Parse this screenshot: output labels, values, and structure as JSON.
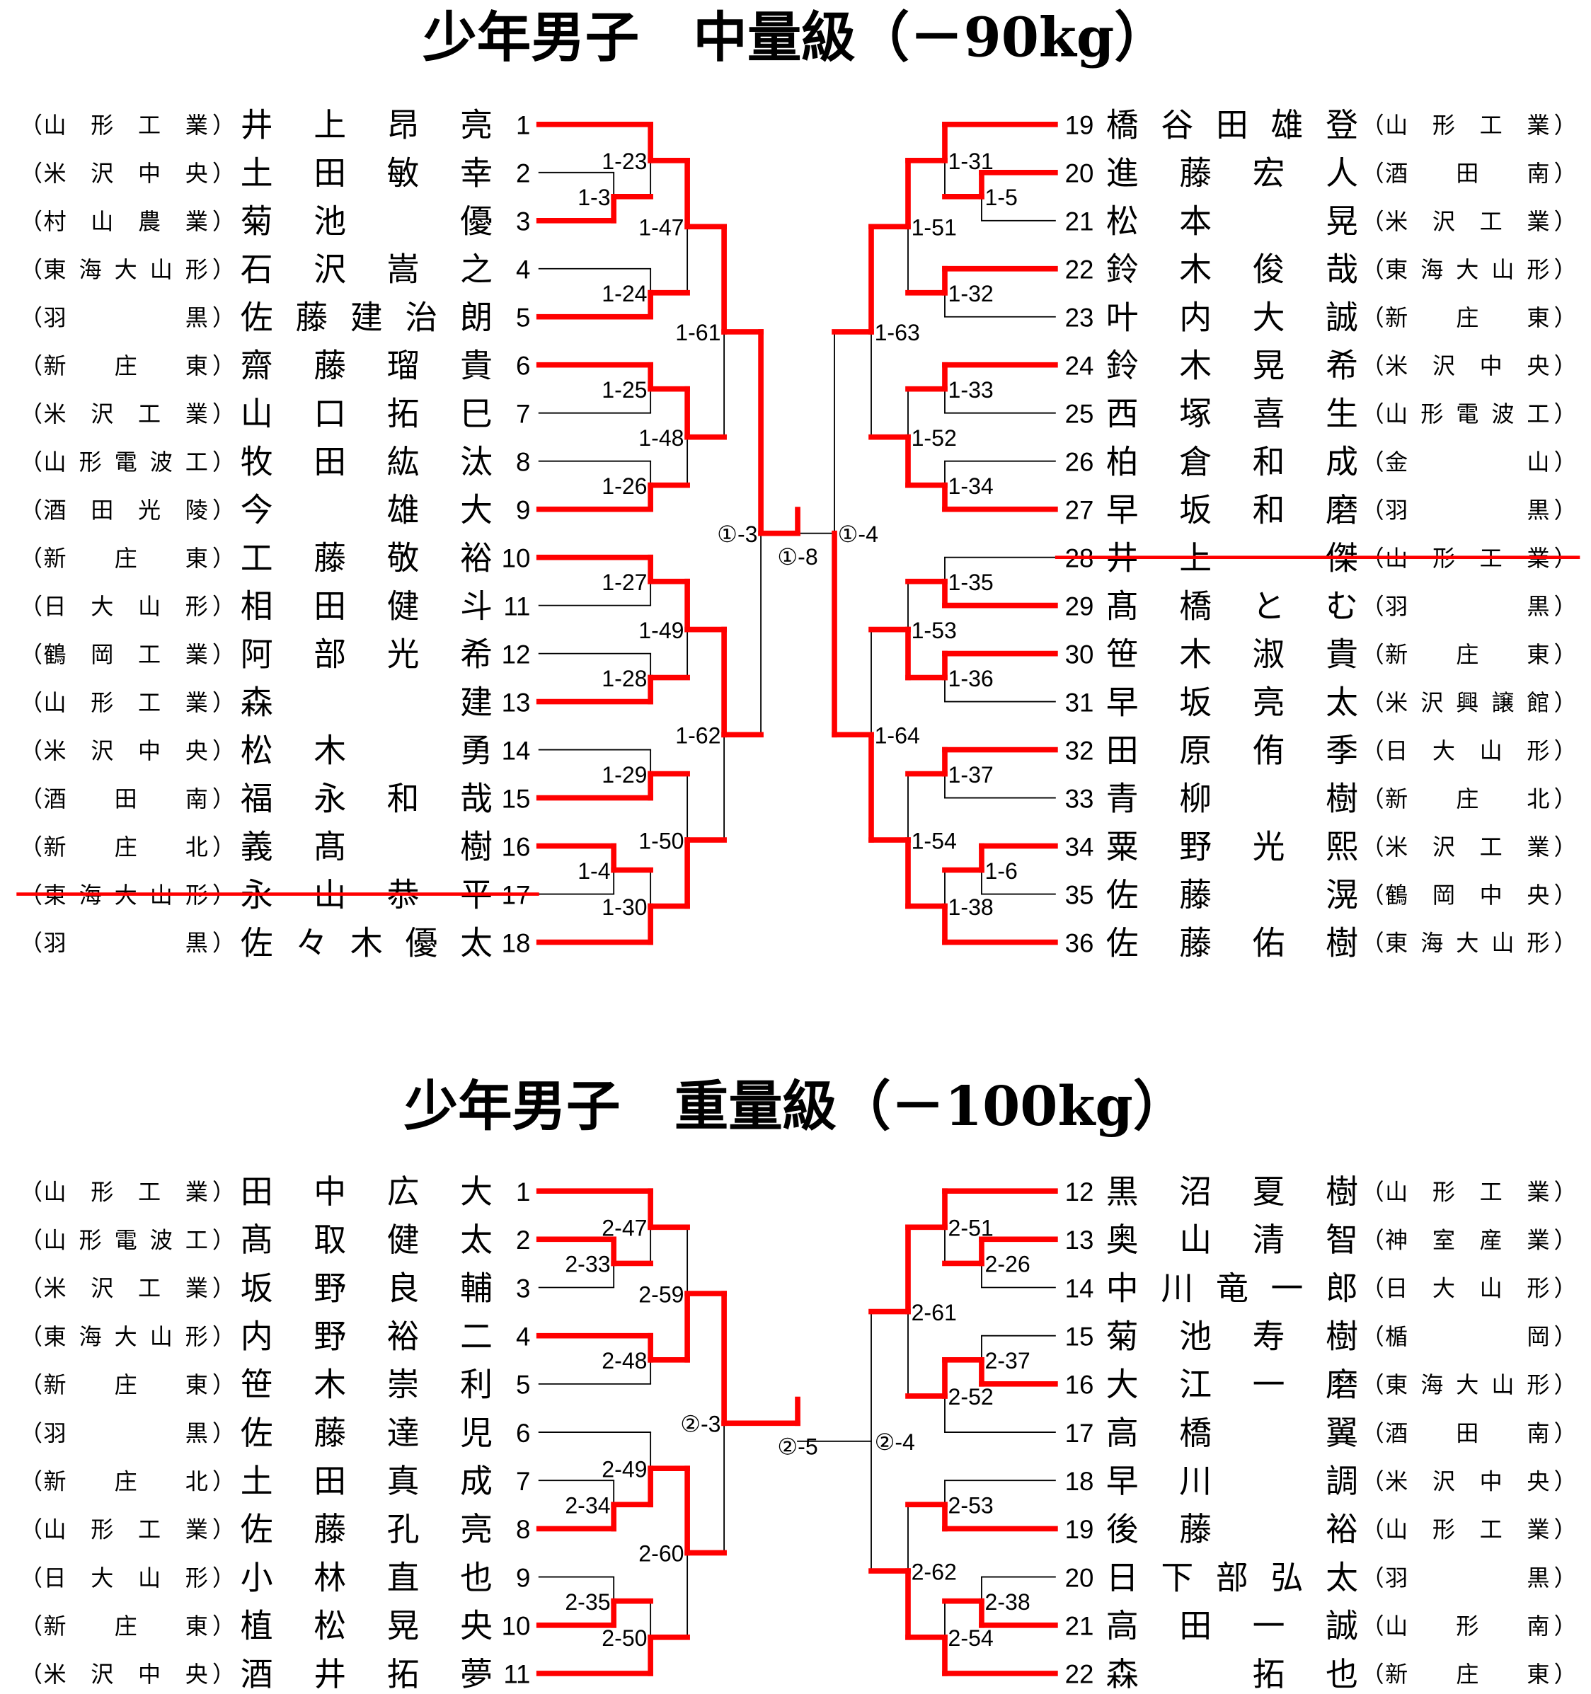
{
  "colors": {
    "win_line": "#ff0000",
    "line": "#000000",
    "strike": "#ff0000"
  },
  "brackets": [
    {
      "title": "少年男子　中量級（－90kg）",
      "paren_open": "（",
      "paren_close": "）",
      "left": {
        "entries": [
          {
            "no": "1",
            "name": "井上昂亮",
            "school": "山形工業"
          },
          {
            "no": "2",
            "name": "土田敏幸",
            "school": "米沢中央"
          },
          {
            "no": "3",
            "name": "菊池　優",
            "school": "村山農業"
          },
          {
            "no": "4",
            "name": "石沢嵩之",
            "school": "東海大山形"
          },
          {
            "no": "5",
            "name": "佐藤建治朗",
            "school": "羽黒"
          },
          {
            "no": "6",
            "name": "齋藤瑠貴",
            "school": "新庄東"
          },
          {
            "no": "7",
            "name": "山口拓巳",
            "school": "米沢工業"
          },
          {
            "no": "8",
            "name": "牧田紘汰",
            "school": "山形電波工"
          },
          {
            "no": "9",
            "name": "今　雄大",
            "school": "酒田光陵"
          },
          {
            "no": "10",
            "name": "工藤敬裕",
            "school": "新庄東"
          },
          {
            "no": "11",
            "name": "相田健斗",
            "school": "日大山形"
          },
          {
            "no": "12",
            "name": "阿部光希",
            "school": "鶴岡工業"
          },
          {
            "no": "13",
            "name": "森　　建",
            "school": "山形工業"
          },
          {
            "no": "14",
            "name": "松木　勇",
            "school": "米沢中央"
          },
          {
            "no": "15",
            "name": "福永和哉",
            "school": "酒田南"
          },
          {
            "no": "16",
            "name": "義髙　樹",
            "school": "新庄北"
          },
          {
            "no": "17",
            "name": "永山恭平",
            "school": "東海大山形",
            "struck": true
          },
          {
            "no": "18",
            "name": "佐々木優太",
            "school": "羽黒"
          }
        ],
        "tree": {
          "m": "①-3",
          "w": 0,
          "c": [
            {
              "m": "1-61",
              "w": 0,
              "c": [
                {
                  "m": "1-47",
                  "w": 0,
                  "c": [
                    {
                      "m": "1-23",
                      "w": 0,
                      "c": [
                        1,
                        {
                          "m": "1-3",
                          "w": 1,
                          "c": [
                            2,
                            3
                          ]
                        }
                      ]
                    },
                    {
                      "m": "1-24",
                      "w": 1,
                      "c": [
                        4,
                        5
                      ]
                    }
                  ]
                },
                {
                  "m": "1-48",
                  "w": 0,
                  "c": [
                    {
                      "m": "1-25",
                      "w": 0,
                      "c": [
                        6,
                        7
                      ]
                    },
                    {
                      "m": "1-26",
                      "w": 1,
                      "c": [
                        8,
                        9
                      ]
                    }
                  ]
                }
              ]
            },
            {
              "m": "1-62",
              "w": 0,
              "c": [
                {
                  "m": "1-49",
                  "w": 0,
                  "c": [
                    {
                      "m": "1-27",
                      "w": 0,
                      "c": [
                        10,
                        11
                      ]
                    },
                    {
                      "m": "1-28",
                      "w": 1,
                      "c": [
                        12,
                        13
                      ]
                    }
                  ]
                },
                {
                  "m": "1-50",
                  "w": 1,
                  "c": [
                    {
                      "m": "1-29",
                      "w": 1,
                      "c": [
                        14,
                        15
                      ]
                    },
                    {
                      "m": "1-30",
                      "w": 1,
                      "c": [
                        {
                          "m": "1-4",
                          "w": 0,
                          "c": [
                            16,
                            17
                          ]
                        },
                        18
                      ]
                    }
                  ]
                }
              ]
            }
          ]
        }
      },
      "right": {
        "entries": [
          {
            "no": "19",
            "name": "橋谷田雄登",
            "school": "山形工業"
          },
          {
            "no": "20",
            "name": "進藤宏人",
            "school": "酒田南"
          },
          {
            "no": "21",
            "name": "松本　晃",
            "school": "米沢工業"
          },
          {
            "no": "22",
            "name": "鈴木俊哉",
            "school": "東海大山形"
          },
          {
            "no": "23",
            "name": "叶内大誠",
            "school": "新庄東"
          },
          {
            "no": "24",
            "name": "鈴木晃希",
            "school": "米沢中央"
          },
          {
            "no": "25",
            "name": "西塚喜生",
            "school": "山形電波工"
          },
          {
            "no": "26",
            "name": "柏倉和成",
            "school": "金山"
          },
          {
            "no": "27",
            "name": "早坂和磨",
            "school": "羽黒"
          },
          {
            "no": "28",
            "name": "井上　傑",
            "school": "山形工業",
            "struck": true
          },
          {
            "no": "29",
            "name": "髙橋とむ",
            "school": "羽黒"
          },
          {
            "no": "30",
            "name": "笹木淑貴",
            "school": "新庄東"
          },
          {
            "no": "31",
            "name": "早坂亮太",
            "school": "米沢興譲館"
          },
          {
            "no": "32",
            "name": "田原侑季",
            "school": "日大山形"
          },
          {
            "no": "33",
            "name": "青柳　樹",
            "school": "新庄北"
          },
          {
            "no": "34",
            "name": "粟野光熙",
            "school": "米沢工業"
          },
          {
            "no": "35",
            "name": "佐藤　滉",
            "school": "鶴岡中央"
          },
          {
            "no": "36",
            "name": "佐藤佑樹",
            "school": "東海大山形"
          }
        ],
        "tree": {
          "m": "①-4",
          "w": 1,
          "c": [
            {
              "m": "1-63",
              "w": 0,
              "c": [
                {
                  "m": "1-51",
                  "w": 0,
                  "c": [
                    {
                      "m": "1-31",
                      "w": 0,
                      "c": [
                        19,
                        {
                          "m": "1-5",
                          "w": 0,
                          "c": [
                            20,
                            21
                          ]
                        }
                      ]
                    },
                    {
                      "m": "1-32",
                      "w": 0,
                      "c": [
                        22,
                        23
                      ]
                    }
                  ]
                },
                {
                  "m": "1-52",
                  "w": 1,
                  "c": [
                    {
                      "m": "1-33",
                      "w": 0,
                      "c": [
                        24,
                        25
                      ]
                    },
                    {
                      "m": "1-34",
                      "w": 1,
                      "c": [
                        26,
                        27
                      ]
                    }
                  ]
                }
              ]
            },
            {
              "m": "1-64",
              "w": 1,
              "c": [
                {
                  "m": "1-53",
                  "w": 1,
                  "c": [
                    {
                      "m": "1-35",
                      "w": 1,
                      "c": [
                        28,
                        29
                      ]
                    },
                    {
                      "m": "1-36",
                      "w": 0,
                      "c": [
                        30,
                        31
                      ]
                    }
                  ]
                },
                {
                  "m": "1-54",
                  "w": 1,
                  "c": [
                    {
                      "m": "1-37",
                      "w": 0,
                      "c": [
                        32,
                        33
                      ]
                    },
                    {
                      "m": "1-38",
                      "w": 1,
                      "c": [
                        {
                          "m": "1-6",
                          "w": 0,
                          "c": [
                            34,
                            35
                          ]
                        },
                        36
                      ]
                    }
                  ]
                }
              ]
            }
          ]
        }
      },
      "final": {
        "label": "①-8",
        "winner": "left"
      }
    },
    {
      "title": "少年男子　重量級（－100kg）",
      "paren_open": "（",
      "paren_close": "）",
      "left": {
        "entries": [
          {
            "no": "1",
            "name": "田中広大",
            "school": "山形工業"
          },
          {
            "no": "2",
            "name": "髙取健太",
            "school": "山形電波工"
          },
          {
            "no": "3",
            "name": "坂野良輔",
            "school": "米沢工業"
          },
          {
            "no": "4",
            "name": "内野裕二",
            "school": "東海大山形"
          },
          {
            "no": "5",
            "name": "笹木崇利",
            "school": "新庄東"
          },
          {
            "no": "6",
            "name": "佐藤達児",
            "school": "羽黒"
          },
          {
            "no": "7",
            "name": "土田真成",
            "school": "新庄北"
          },
          {
            "no": "8",
            "name": "佐藤孔亮",
            "school": "山形工業"
          },
          {
            "no": "9",
            "name": "小林直也",
            "school": "日大山形"
          },
          {
            "no": "10",
            "name": "植松晃央",
            "school": "新庄東"
          },
          {
            "no": "11",
            "name": "酒井拓夢",
            "school": "米沢中央"
          }
        ],
        "tree": {
          "m": "②-3",
          "w": 0,
          "c": [
            {
              "m": "2-59",
              "w": 1,
              "c": [
                {
                  "m": "2-47",
                  "w": 0,
                  "c": [
                    1,
                    {
                      "m": "2-33",
                      "w": 0,
                      "c": [
                        2,
                        3
                      ]
                    }
                  ]
                },
                {
                  "m": "2-48",
                  "w": 0,
                  "c": [
                    4,
                    5
                  ]
                }
              ]
            },
            {
              "m": "2-60",
              "w": 0,
              "c": [
                {
                  "m": "2-49",
                  "w": 1,
                  "c": [
                    6,
                    {
                      "m": "2-34",
                      "w": 1,
                      "c": [
                        7,
                        8
                      ]
                    }
                  ]
                },
                {
                  "m": "2-50",
                  "w": 1,
                  "c": [
                    {
                      "m": "2-35",
                      "w": 1,
                      "c": [
                        9,
                        10
                      ]
                    },
                    11
                  ]
                }
              ]
            }
          ]
        }
      },
      "right": {
        "entries": [
          {
            "no": "12",
            "name": "黒沼夏樹",
            "school": "山形工業"
          },
          {
            "no": "13",
            "name": "奥山清智",
            "school": "神室産業"
          },
          {
            "no": "14",
            "name": "中川竜一郎",
            "school": "日大山形"
          },
          {
            "no": "15",
            "name": "菊池寿樹",
            "school": "楯岡"
          },
          {
            "no": "16",
            "name": "大江一磨",
            "school": "東海大山形"
          },
          {
            "no": "17",
            "name": "高橋　翼",
            "school": "酒田南"
          },
          {
            "no": "18",
            "name": "早川　調",
            "school": "米沢中央"
          },
          {
            "no": "19",
            "name": "後藤　裕",
            "school": "山形工業"
          },
          {
            "no": "20",
            "name": "日下部弘太",
            "school": "羽黒"
          },
          {
            "no": "21",
            "name": "高田一誠",
            "school": "山形南"
          },
          {
            "no": "22",
            "name": "森　拓也",
            "school": "新庄東"
          }
        ],
        "tree": {
          "m": "②-4",
          "w": null,
          "c": [
            {
              "m": "2-61",
              "w": 0,
              "c": [
                {
                  "m": "2-51",
                  "w": 0,
                  "c": [
                    12,
                    {
                      "m": "2-26",
                      "w": 0,
                      "c": [
                        13,
                        14
                      ]
                    }
                  ]
                },
                {
                  "m": "2-52",
                  "w": 0,
                  "c": [
                    {
                      "m": "2-37",
                      "w": 1,
                      "c": [
                        15,
                        16
                      ]
                    },
                    17
                  ]
                }
              ]
            },
            {
              "m": "2-62",
              "w": 1,
              "c": [
                {
                  "m": "2-53",
                  "w": 1,
                  "c": [
                    18,
                    19
                  ]
                },
                {
                  "m": "2-54",
                  "w": 1,
                  "c": [
                    {
                      "m": "2-38",
                      "w": 1,
                      "c": [
                        20,
                        21
                      ]
                    },
                    22
                  ]
                }
              ]
            }
          ]
        }
      },
      "final": {
        "label": "②-5",
        "winner": "left"
      }
    }
  ]
}
